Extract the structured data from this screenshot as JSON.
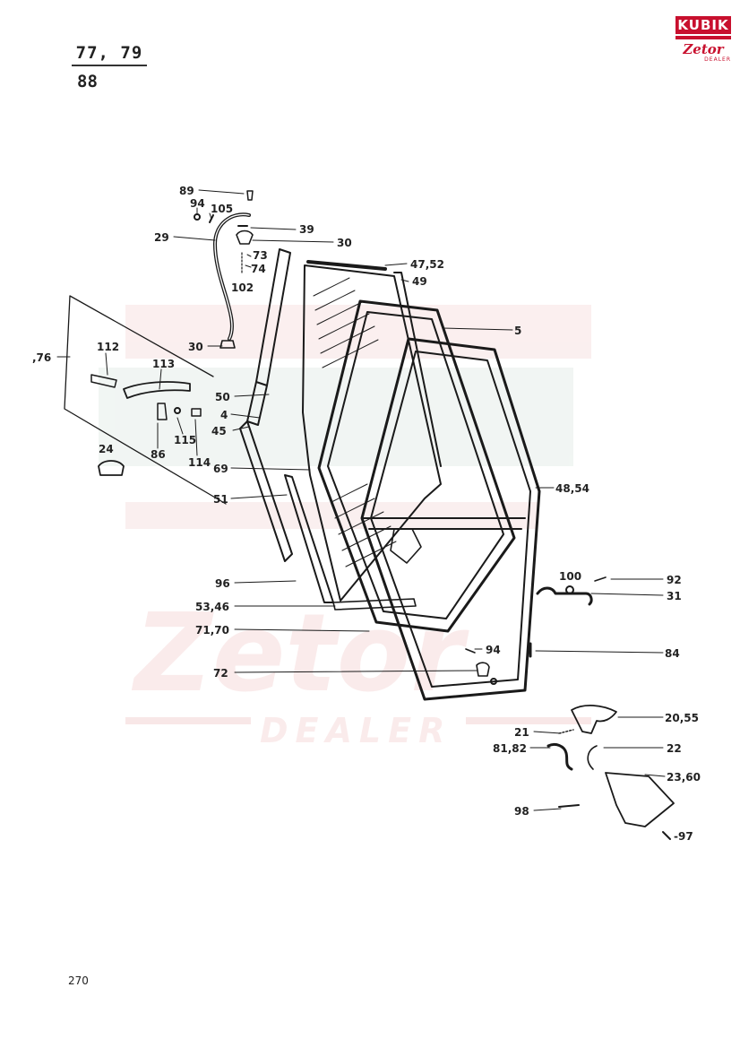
{
  "header": {
    "models_top": "77, 79",
    "models_bottom": "88"
  },
  "logo": {
    "brand": "KUBIK",
    "sub": "Zetor",
    "tag": "DEALER"
  },
  "watermark": {
    "line1": "Zetor",
    "line2": "DEALER"
  },
  "page_number": "270",
  "callouts": [
    {
      "id": "c89",
      "label": "89"
    },
    {
      "id": "c94a",
      "label": "94"
    },
    {
      "id": "c105",
      "label": "105"
    },
    {
      "id": "c29",
      "label": "29"
    },
    {
      "id": "c39",
      "label": "39"
    },
    {
      "id": "c30a",
      "label": "30"
    },
    {
      "id": "c73",
      "label": "73"
    },
    {
      "id": "c74",
      "label": "74"
    },
    {
      "id": "c102",
      "label": "102"
    },
    {
      "id": "c4752",
      "label": "47,52"
    },
    {
      "id": "c49",
      "label": "49"
    },
    {
      "id": "c5",
      "label": "5"
    },
    {
      "id": "c30b",
      "label": "30"
    },
    {
      "id": "c76",
      "label": ",76"
    },
    {
      "id": "c112",
      "label": "112"
    },
    {
      "id": "c113",
      "label": "113"
    },
    {
      "id": "c50",
      "label": "50"
    },
    {
      "id": "c4",
      "label": "4"
    },
    {
      "id": "c45",
      "label": "45"
    },
    {
      "id": "c86",
      "label": "86"
    },
    {
      "id": "c115",
      "label": "115"
    },
    {
      "id": "c114",
      "label": "114"
    },
    {
      "id": "c24",
      "label": "24"
    },
    {
      "id": "c69",
      "label": "69"
    },
    {
      "id": "c51",
      "label": "51"
    },
    {
      "id": "c4854",
      "label": "48,54"
    },
    {
      "id": "c100",
      "label": "100"
    },
    {
      "id": "c92",
      "label": "92"
    },
    {
      "id": "c31",
      "label": "31"
    },
    {
      "id": "c96",
      "label": "96"
    },
    {
      "id": "c5346",
      "label": "53,46"
    },
    {
      "id": "c7170",
      "label": "71,70"
    },
    {
      "id": "c94b",
      "label": "94"
    },
    {
      "id": "c84",
      "label": "84"
    },
    {
      "id": "c72",
      "label": "72"
    },
    {
      "id": "c2055",
      "label": "20,55"
    },
    {
      "id": "c21",
      "label": "21"
    },
    {
      "id": "c8182",
      "label": "81,82"
    },
    {
      "id": "c22",
      "label": "22"
    },
    {
      "id": "c2360",
      "label": "23,60"
    },
    {
      "id": "c98",
      "label": "98"
    },
    {
      "id": "c97",
      "label": "-97"
    }
  ]
}
